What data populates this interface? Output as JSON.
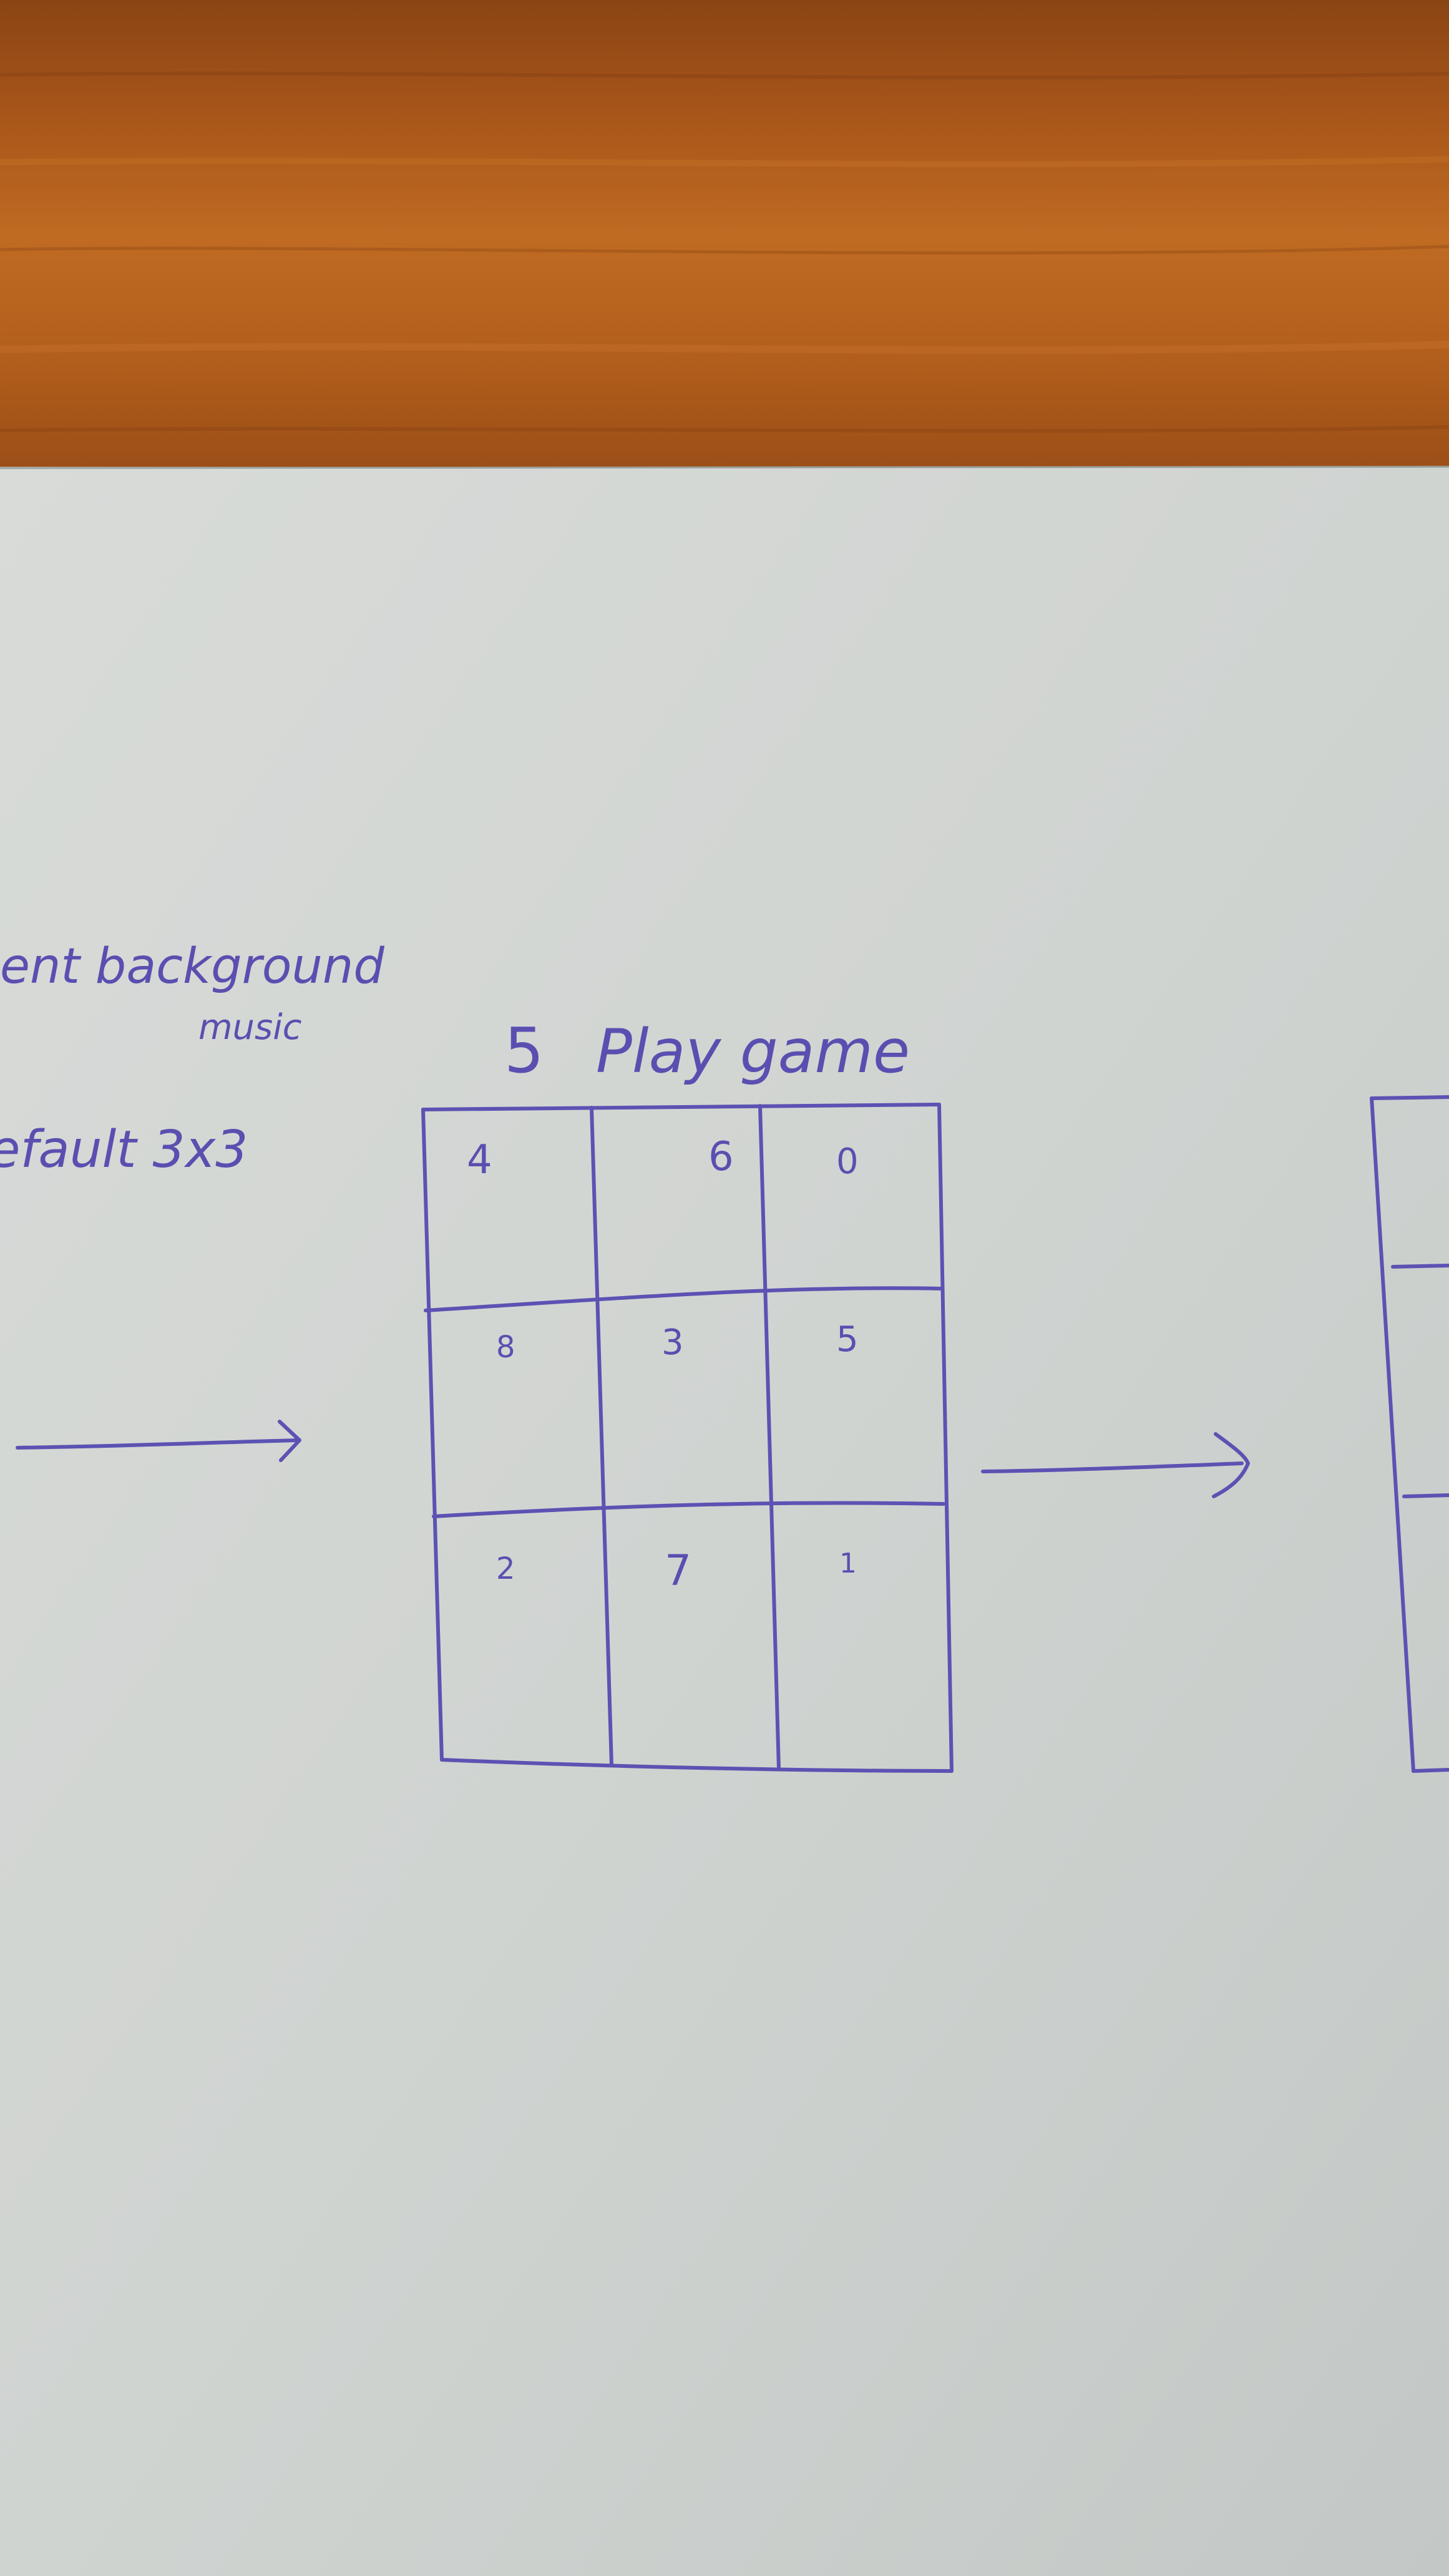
{
  "note": {
    "left_margin": {
      "line1": "ent background",
      "line1_sub": "music",
      "line2": "efault 3x3"
    },
    "screen": {
      "step_number": "5",
      "title": "Play game",
      "grid_size": "3x3",
      "cells": [
        [
          "4",
          "6",
          "0"
        ],
        [
          "8",
          "3",
          "5"
        ],
        [
          "2",
          "7",
          "1"
        ]
      ]
    }
  },
  "colors": {
    "wood": "#b5631d",
    "paper": "#d3d7d4",
    "ink": "#5c52b3"
  }
}
